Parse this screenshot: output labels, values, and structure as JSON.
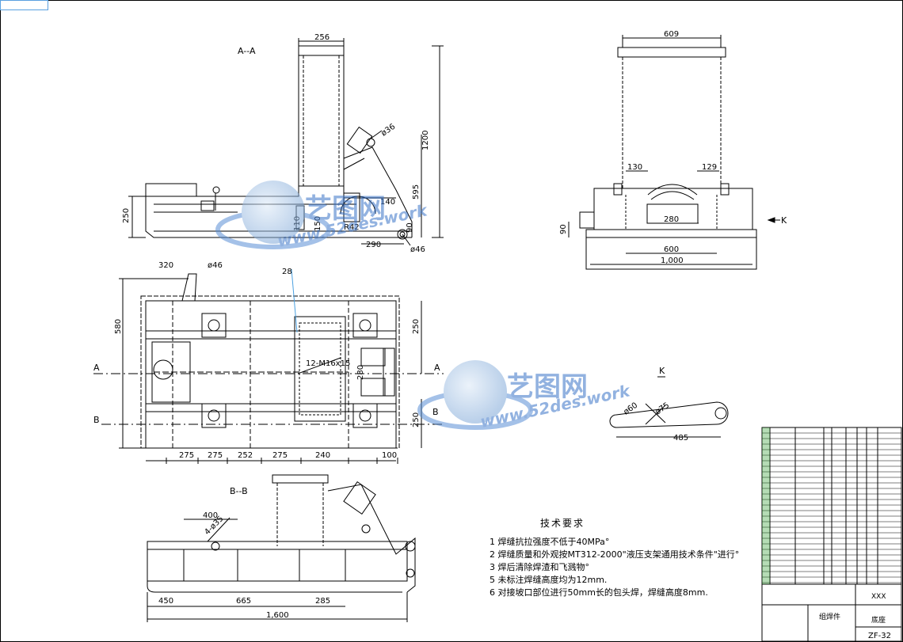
{
  "sections": {
    "aa": "A--A",
    "bb": "B--B",
    "a_left": "A",
    "a_right": "A",
    "b_left": "B",
    "b_right": "B",
    "k_label": "K",
    "k_arrow": "K"
  },
  "dims": {
    "aa_top": "256",
    "aa_height": "1200",
    "aa_595": "595",
    "aa_250": "250",
    "aa_140": "140",
    "aa_110": "110",
    "aa_150": "150",
    "aa_90": "90",
    "aa_290": "290",
    "aa_r42": "R42",
    "aa_d46": "ø46",
    "aa_d36": "ø36",
    "plan_320": "320",
    "plan_d46": "ø46",
    "plan_28": "28",
    "plan_580": "580",
    "plan_250a": "250",
    "plan_250b": "250",
    "plan_280": "280",
    "plan_holes": "12-M16x15",
    "plan_bottom": [
      "275",
      "275",
      "252",
      "275",
      "240",
      "100"
    ],
    "side_609": "609",
    "side_130": "130",
    "side_129": "129",
    "side_280": "280",
    "side_600": "600",
    "side_1000": "1,000",
    "side_90": "90",
    "k_d60": "ø60",
    "k_d75": "ø75",
    "k_485": "485",
    "bb_400": "400",
    "bb_d35": "4-ø35",
    "bb_450": "450",
    "bb_665": "665",
    "bb_285": "285",
    "bb_1600": "1,600"
  },
  "notes": {
    "title": "技术要求",
    "lines": [
      "1  焊缝抗拉强度不低于40MPa°",
      "2  焊缝质量和外观按MT312-2000\"液压支架通用技术条件\"进行°",
      "3  焊后清除焊渣和飞溅物°",
      "5  未标注焊缝高度均为12mm.",
      "6  对接坡口部位进行50mm长的包头焊，焊缝高度8mm."
    ]
  },
  "title_block": {
    "part_name": "底座",
    "drawing_no": "ZF-32",
    "designer": "XXX",
    "label": "组焊件"
  },
  "watermark": {
    "brand": "艺图网",
    "url": "www.52des.work"
  }
}
